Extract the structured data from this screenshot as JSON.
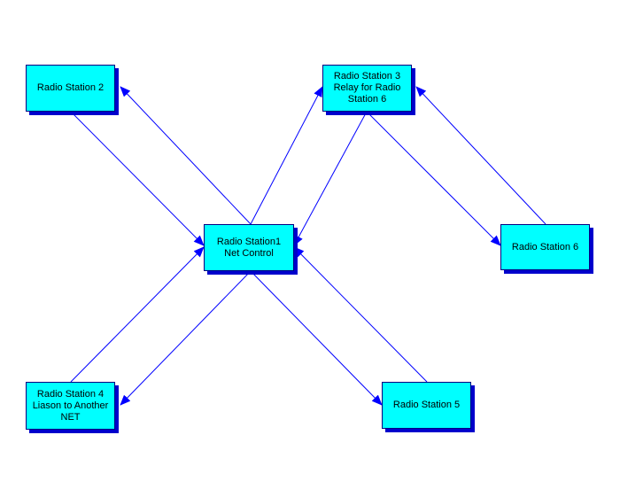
{
  "colors": {
    "node_fill": "#00FFFF",
    "node_border": "#000080",
    "node_shadow": "#0000CC",
    "edge": "#0000FF",
    "background": "#FFFFFF"
  },
  "nodes": {
    "rs1": {
      "label": "Radio Station1\nNet Control"
    },
    "rs2": {
      "label": "Radio Station 2"
    },
    "rs3": {
      "label": "Radio Station 3\nRelay for Radio\nStation 6"
    },
    "rs4": {
      "label": "Radio Station 4\nLiason to Another\nNET"
    },
    "rs5": {
      "label": "Radio Station 5"
    },
    "rs6": {
      "label": "Radio Station 6"
    }
  },
  "edges": [
    {
      "from": "rs2",
      "to": "rs1"
    },
    {
      "from": "rs1",
      "to": "rs2"
    },
    {
      "from": "rs1",
      "to": "rs3"
    },
    {
      "from": "rs3",
      "to": "rs1"
    },
    {
      "from": "rs1",
      "to": "rs4"
    },
    {
      "from": "rs4",
      "to": "rs1"
    },
    {
      "from": "rs1",
      "to": "rs5"
    },
    {
      "from": "rs5",
      "to": "rs1"
    },
    {
      "from": "rs3",
      "to": "rs6"
    },
    {
      "from": "rs6",
      "to": "rs3"
    }
  ]
}
